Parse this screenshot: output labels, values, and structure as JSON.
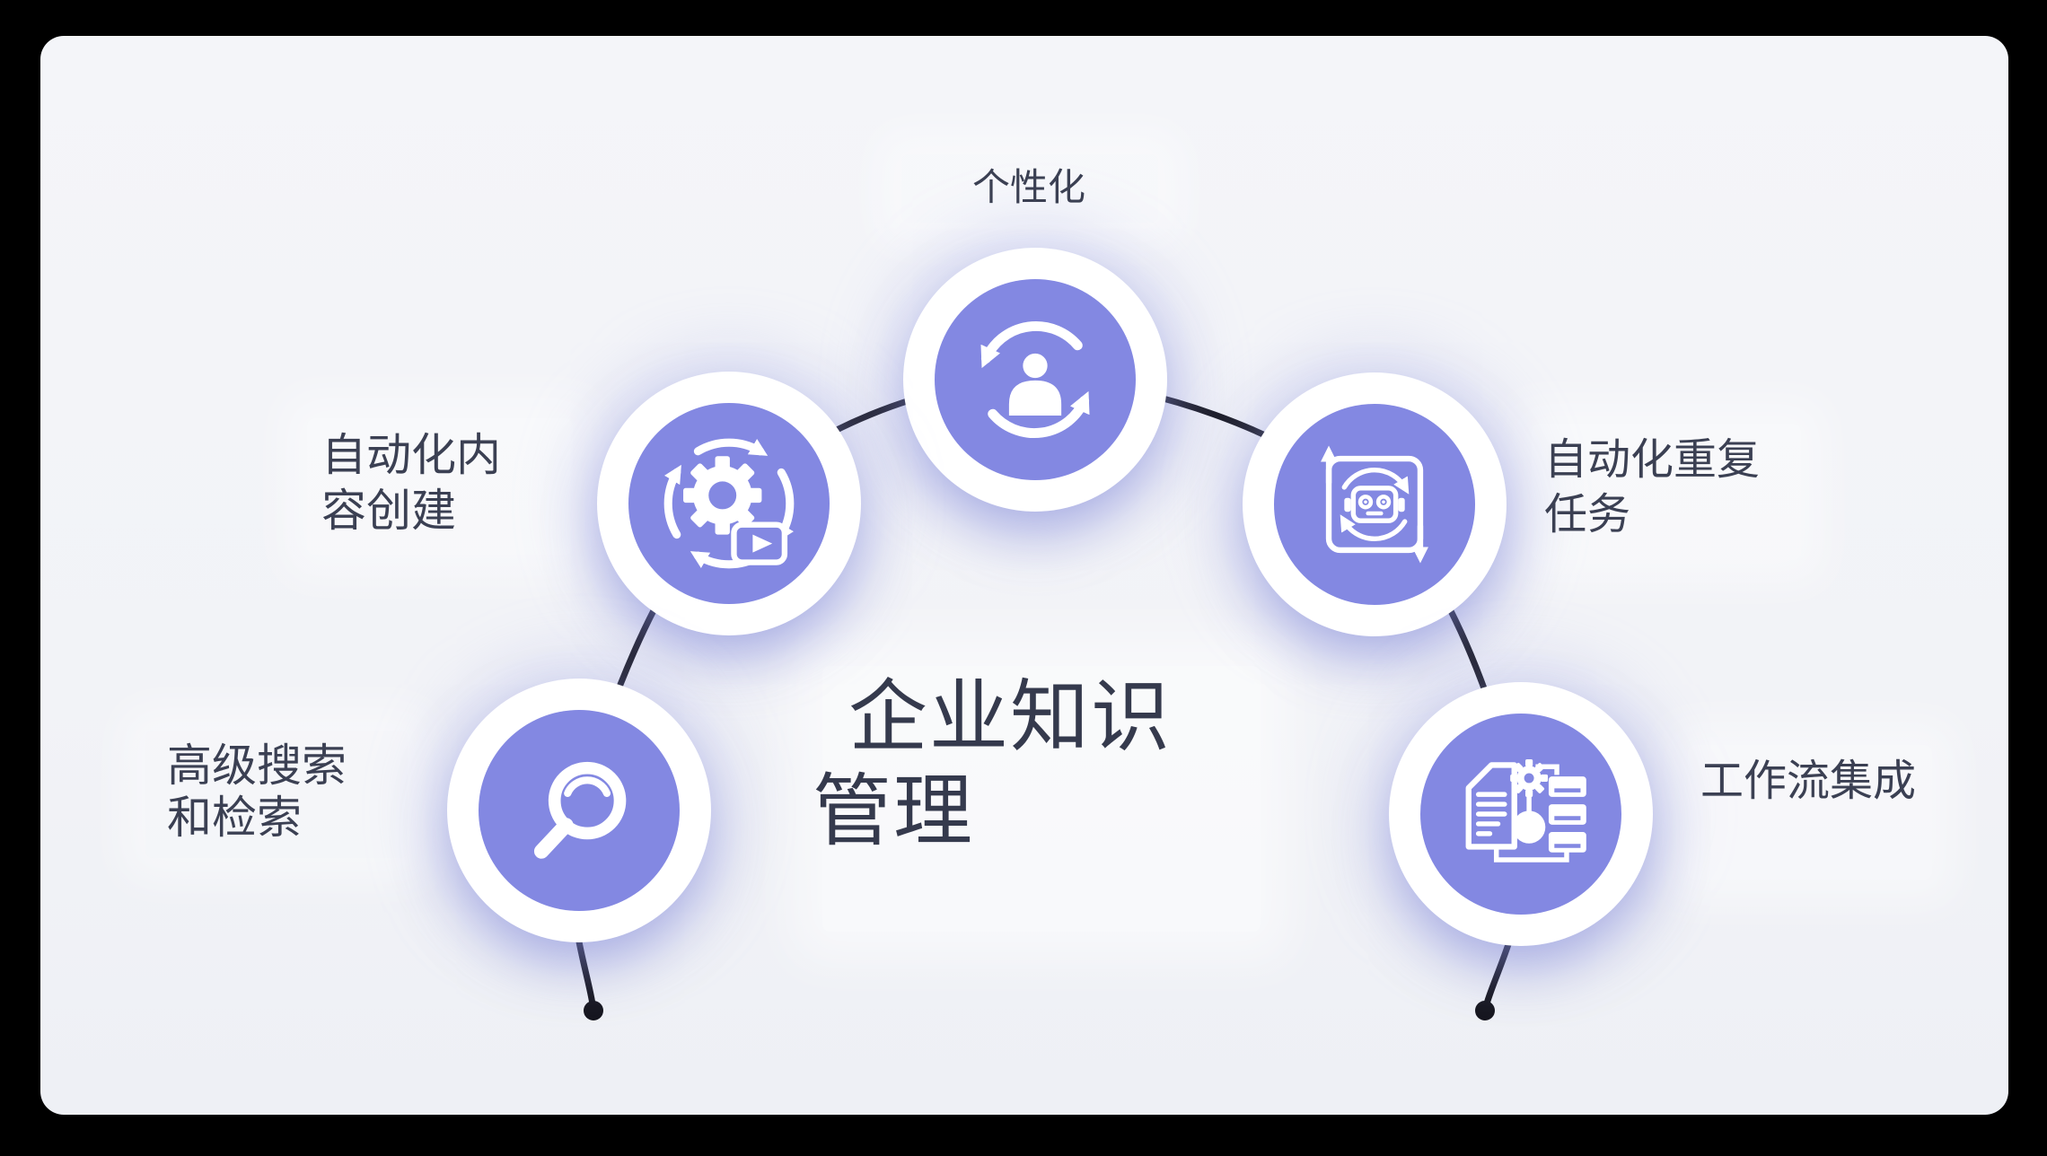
{
  "diagram": {
    "type": "arc-infographic",
    "center_title": [
      "企业知识",
      "管理"
    ],
    "nodes": [
      {
        "id": "advanced-search-retrieval",
        "position": "bottom-left",
        "icon": "magnifier-icon",
        "label": "高级搜索和检索",
        "label_lines": [
          "高级搜索",
          "和检索"
        ]
      },
      {
        "id": "automated-content-creation",
        "position": "upper-left",
        "icon": "gear-cycle-video-icon",
        "label": "自动化内容创建",
        "label_lines": [
          "自动化内",
          "容创建"
        ]
      },
      {
        "id": "personalization",
        "position": "top-center",
        "icon": "user-sync-icon",
        "label": "个性化",
        "label_lines": [
          "个性化"
        ]
      },
      {
        "id": "automate-repetitive-tasks",
        "position": "upper-right",
        "icon": "robot-loop-icon",
        "label": "自动化重复任务",
        "label_lines": [
          "自动化重复",
          "任务"
        ]
      },
      {
        "id": "workflow-integration",
        "position": "bottom-right",
        "icon": "document-workflow-icon",
        "label": "工作流集成",
        "label_lines": [
          "工作流集成"
        ]
      }
    ],
    "connector": {
      "style": "arc-through-nodes",
      "endpoint_dots": 2
    },
    "colors": {
      "outer_background": "#000000",
      "panel_background": "#f3f4f8",
      "node_fill": "#8388e2",
      "node_ring": "#ffffff",
      "icon": "#ffffff",
      "connector_line": "#16161e",
      "title_text": "#353a4d",
      "label_text": "#3b4053"
    }
  }
}
